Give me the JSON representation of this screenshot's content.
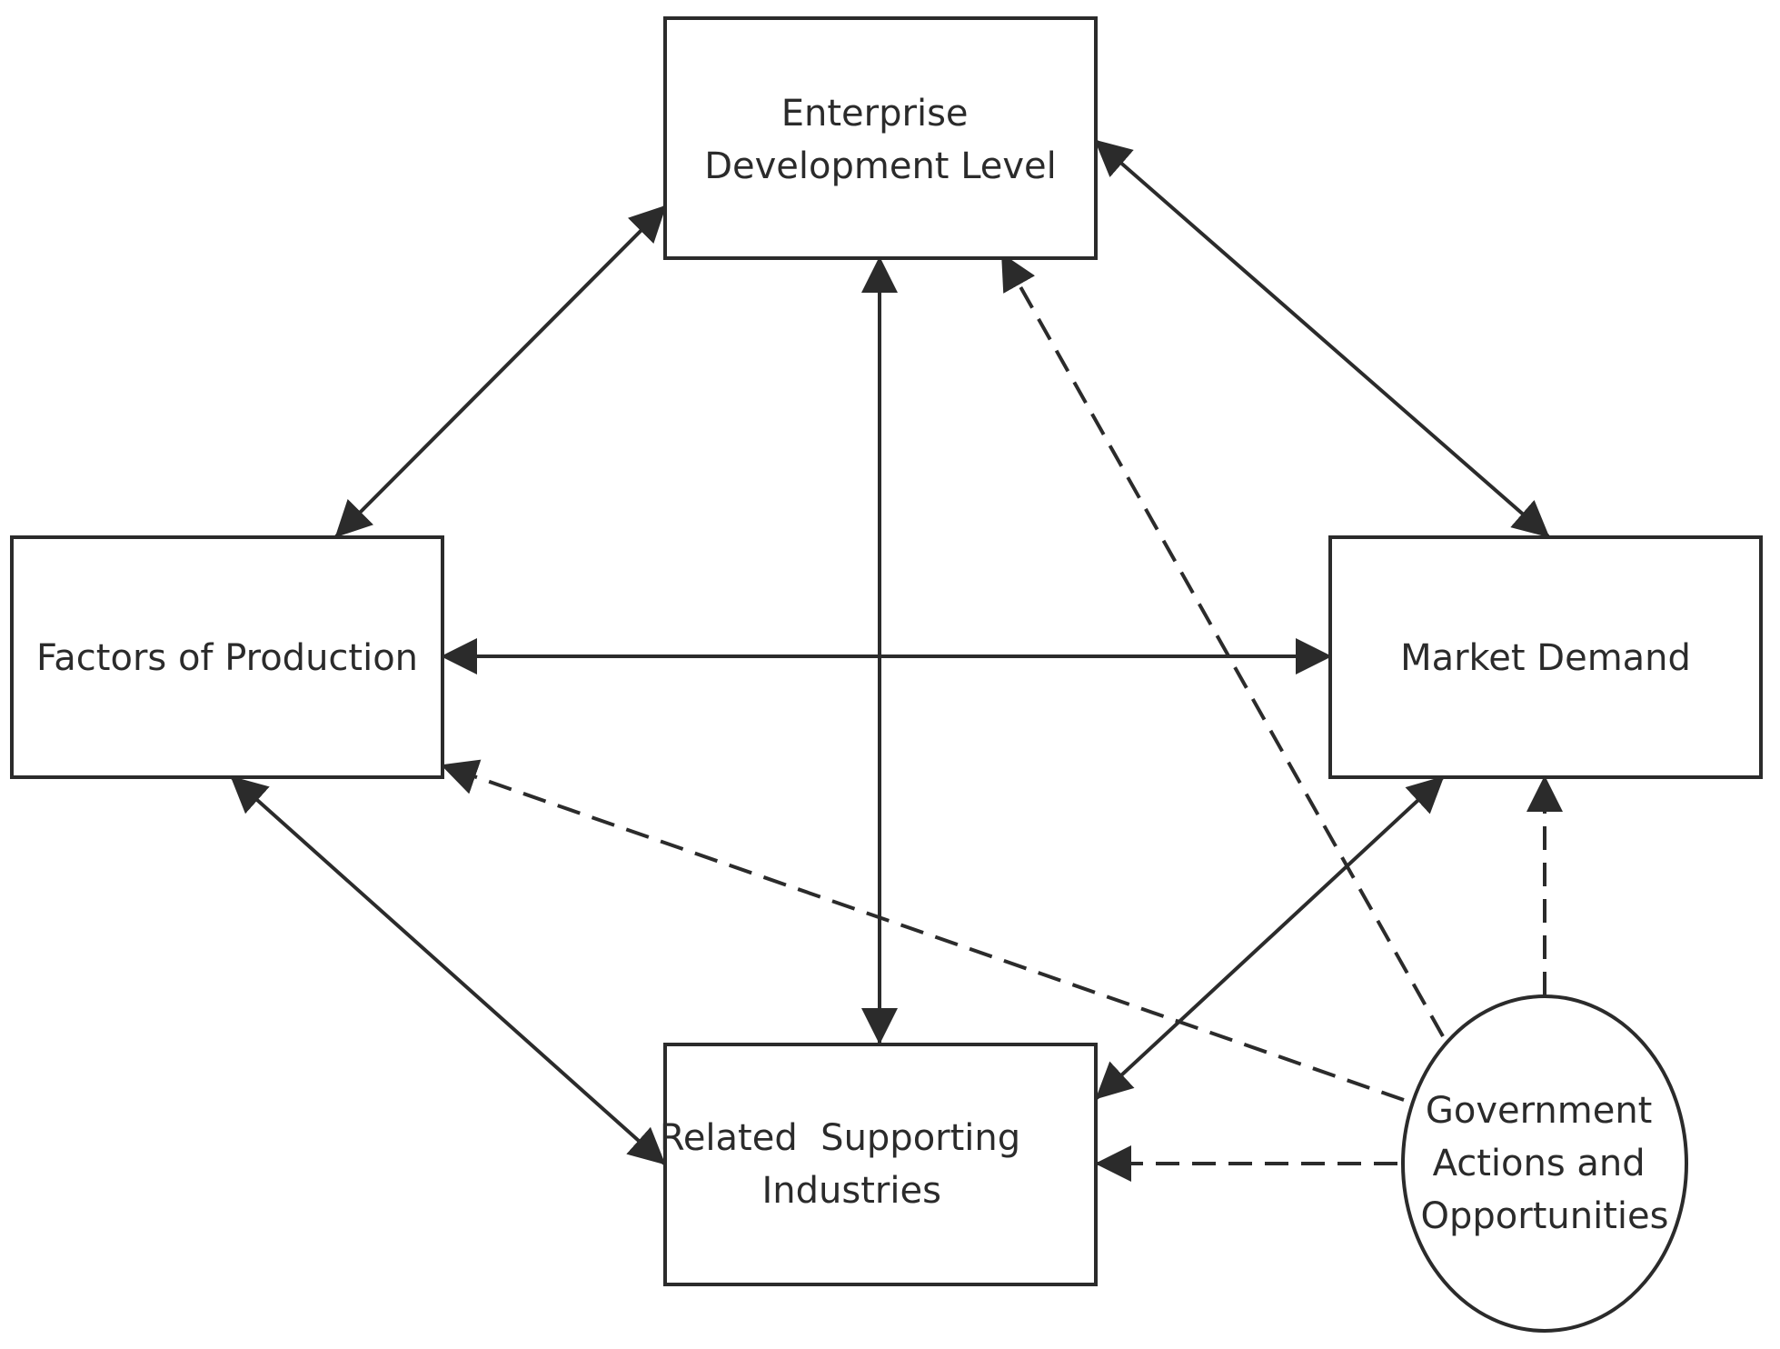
{
  "diagram": {
    "nodes": {
      "enterprise": {
        "lines": [
          "Enterprise",
          "Development Level"
        ]
      },
      "factors": {
        "lines": [
          "Factors of Production"
        ]
      },
      "market": {
        "lines": [
          "Market Demand"
        ]
      },
      "related": {
        "lines": [
          "Related  Supporting",
          "Industries"
        ]
      },
      "government": {
        "lines": [
          "Government",
          "Actions and",
          "Opportunities"
        ]
      }
    },
    "edges": [
      {
        "from": "enterprise",
        "to": "factors",
        "style": "solid",
        "direction": "both"
      },
      {
        "from": "enterprise",
        "to": "market",
        "style": "solid",
        "direction": "both"
      },
      {
        "from": "enterprise",
        "to": "related",
        "style": "solid",
        "direction": "both"
      },
      {
        "from": "factors",
        "to": "market",
        "style": "solid",
        "direction": "both"
      },
      {
        "from": "factors",
        "to": "related",
        "style": "solid",
        "direction": "both"
      },
      {
        "from": "market",
        "to": "related",
        "style": "solid",
        "direction": "both"
      },
      {
        "from": "government",
        "to": "enterprise",
        "style": "dashed",
        "direction": "forward"
      },
      {
        "from": "government",
        "to": "factors",
        "style": "dashed",
        "direction": "forward"
      },
      {
        "from": "government",
        "to": "market",
        "style": "dashed",
        "direction": "forward"
      },
      {
        "from": "government",
        "to": "related",
        "style": "dashed",
        "direction": "forward"
      }
    ],
    "colors": {
      "stroke": "#2b2b2b",
      "fill": "#ffffff",
      "background": "#ffffff"
    }
  }
}
